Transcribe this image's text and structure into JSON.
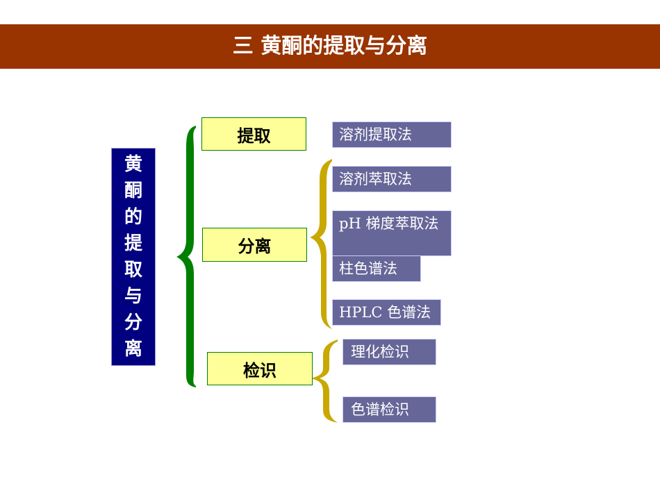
{
  "title": "三  黄酮的提取与分离",
  "root": {
    "chars": [
      "黄",
      "酮",
      "的",
      "提",
      "取",
      "与",
      "分",
      "离"
    ]
  },
  "categories": {
    "extract": "提取",
    "separate": "分离",
    "identify": "检识"
  },
  "methods": {
    "solvent_extraction": "溶剂提取法",
    "solvent_partition": "溶剂萃取法",
    "ph_gradient": "pH 梯度萃取法",
    "column": "柱色谱法",
    "hplc": "HPLC 色谱法",
    "physchem": "理化检识",
    "chromatographic": "色谱检识"
  },
  "colors": {
    "banner": "#993300",
    "root": "#000080",
    "category": "#ffff99",
    "leaf": "#666699",
    "green_brace": "#008000",
    "gold_brace": "#c9a800"
  }
}
